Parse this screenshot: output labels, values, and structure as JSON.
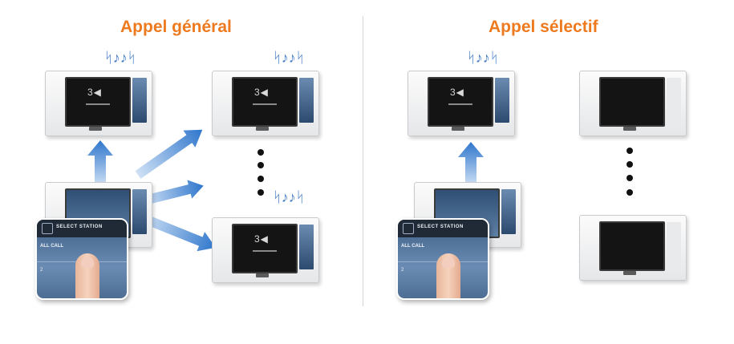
{
  "titles": {
    "general": "Appel général",
    "selective": "Appel sélectif"
  },
  "icons": {
    "ring": "ringing-sound-icon",
    "arrow": "call-direction-arrow",
    "dots": "more-stations-dots"
  },
  "panel": {
    "header": "SELECT STATION",
    "row1": "ALL CALL",
    "row2": "2"
  },
  "colors": {
    "title": "#ee7a1f",
    "arrow": "#3a7fd0",
    "divider": "#d6d6d6"
  }
}
